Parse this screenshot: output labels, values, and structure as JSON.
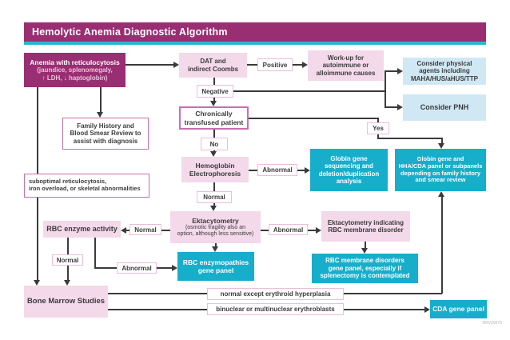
{
  "header": {
    "title": "Hemolytic Anemia Diagnostic Algorithm"
  },
  "watermark": "BRV29675",
  "colors": {
    "magenta": "#9A2E72",
    "teal": "#2BB6C9",
    "pink_fill": "#F3D9EA",
    "pink_border_strong": "#C96FAE",
    "pink_border_light": "#EDBCDC",
    "cyan": "#17AECB",
    "light_blue": "#D0E8F4",
    "line": "#3B3B3B",
    "text_dark": "#3B3B3B"
  },
  "nodes": {
    "anemia": {
      "title": "Anemia with reticulocytosis",
      "sub1": "(jaundice, splenomegaly,",
      "sub2": "↑ LDH, ↓ haptoglobin)"
    },
    "dat": {
      "lines": [
        "DAT and",
        "indirect Coombs"
      ]
    },
    "workup": {
      "lines": [
        "Work-up for",
        "autoimmune or",
        "alloimmune causes"
      ]
    },
    "physical_agents": {
      "lines": [
        "Consider physical",
        "agents including",
        "MAHA/HUS/aHUS/TTP"
      ]
    },
    "pnh": {
      "lines": [
        "Consider PNH"
      ]
    },
    "chronically": {
      "lines": [
        "Chronically",
        "transfused patient"
      ]
    },
    "family_history": {
      "lines": [
        "Family History and",
        "Blood Smear Review to",
        "assist with diagnosis"
      ]
    },
    "hemoglobin": {
      "lines": [
        "Hemoglobin",
        "Electrophoresis"
      ]
    },
    "globin_seq": {
      "lines": [
        "Globin gene",
        "sequencing and",
        "deletion/duplication",
        "analysis"
      ]
    },
    "globin_hha": {
      "lines": [
        "Globin gene and",
        "HHA/CDA panel or subpanels",
        "depending on family history",
        "and smear review"
      ]
    },
    "suboptimal": {
      "lines": [
        "suboptimal reticulocytosis,",
        "iron overload, or skeletal abnormalities"
      ]
    },
    "ekta": {
      "title": "Ektacytometry",
      "sub_lines": [
        "(osmotic fragility also an",
        "option, although less sensitive)"
      ]
    },
    "rbc_enzyme": {
      "lines": [
        "RBC enzyme activity"
      ]
    },
    "ekta_membrane": {
      "lines": [
        "Ektacytometry indicating",
        "RBC membrane disorder"
      ]
    },
    "enzymopathies": {
      "lines": [
        "RBC enzymopathies",
        "gene panel"
      ]
    },
    "membrane_panel": {
      "lines": [
        "RBC membrane disorders",
        "gene panel, especially if",
        "splenectomy is contemplated"
      ]
    },
    "bone_marrow": {
      "lines": [
        "Bone Marrow Studies"
      ]
    },
    "cda": {
      "lines": [
        "CDA gene panel"
      ]
    }
  },
  "labels": {
    "positive": "Positive",
    "negative": "Negative",
    "yes": "Yes",
    "no": "No",
    "normal": "Normal",
    "abnormal": "Abnormal",
    "normal_except": "normal except erythroid hyperplasia",
    "binuclear": "binuclear or multinuclear erythroblasts"
  }
}
